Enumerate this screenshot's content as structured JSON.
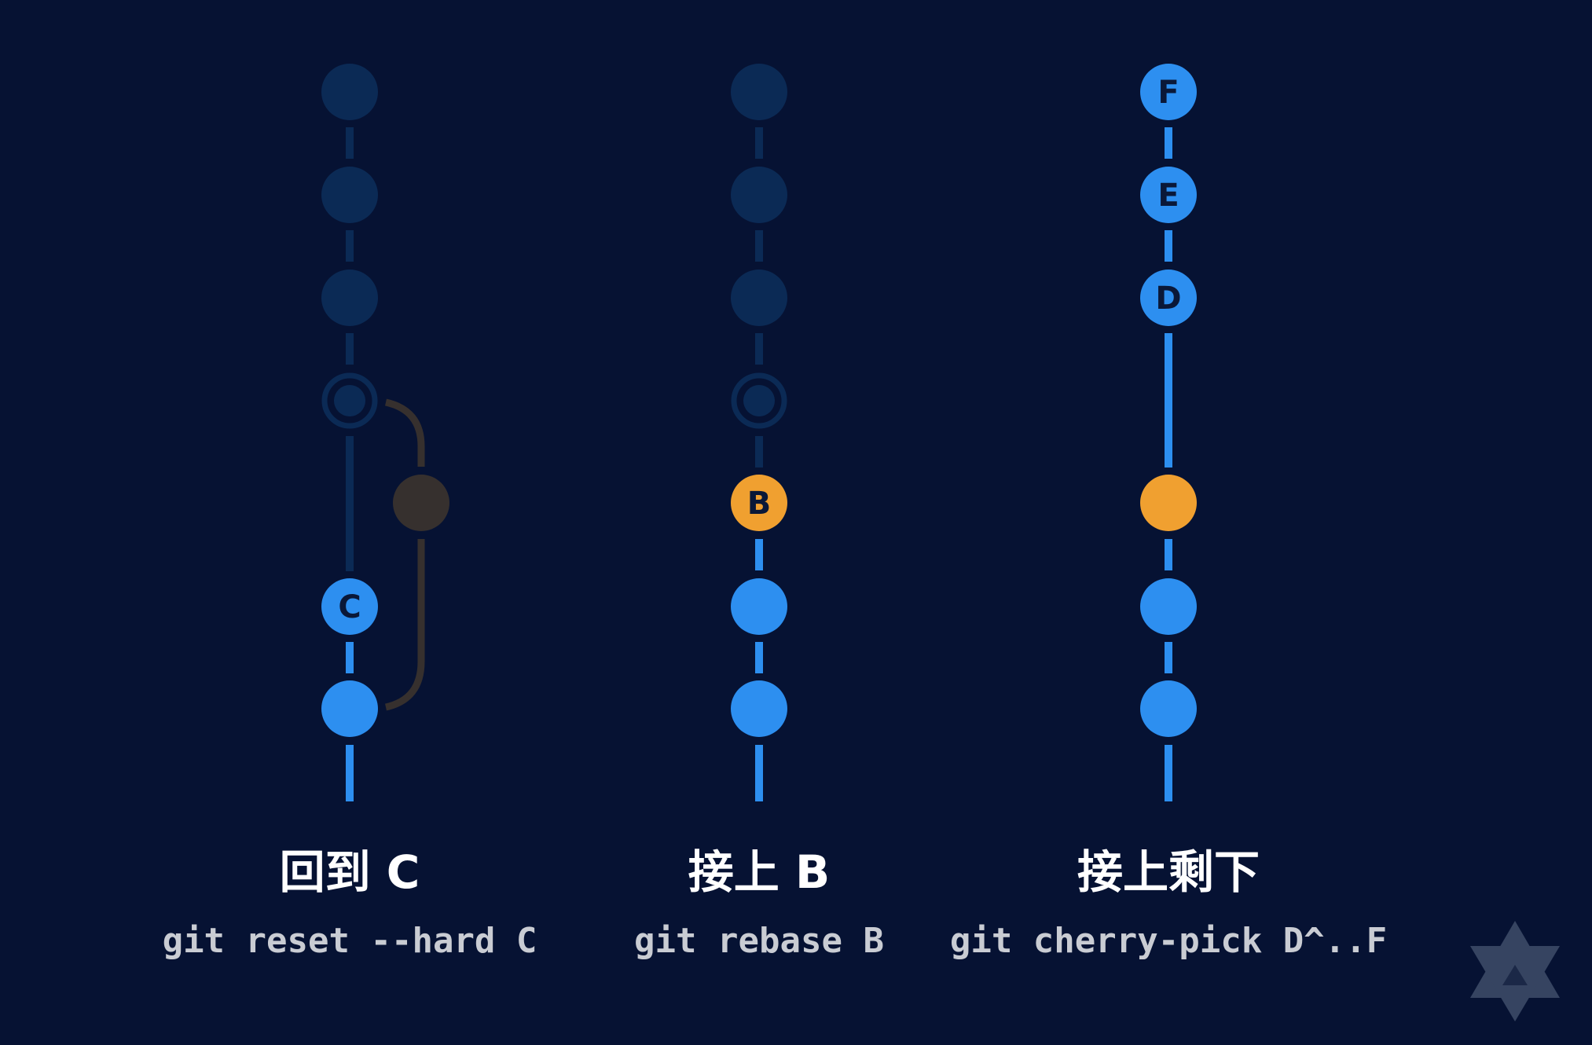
{
  "colors": {
    "background": "#061233",
    "dim_commit": "#0b2a55",
    "active_commit": "#2d8ff0",
    "target_commit": "#f0a030",
    "detached_commit": "#36302e",
    "label_on_node": "#0a1838",
    "caption": "#ffffff",
    "command": "#c9ccd3",
    "logo": "#3c4a66"
  },
  "panels": [
    {
      "caption": "回到 C",
      "command": "git reset --hard C",
      "commits": [
        {
          "label": "",
          "state": "dim"
        },
        {
          "label": "",
          "state": "dim"
        },
        {
          "label": "",
          "state": "dim"
        },
        {
          "label": "",
          "state": "dim-ring"
        },
        {
          "label": "",
          "state": "detached"
        },
        {
          "label": "C",
          "state": "active"
        },
        {
          "label": "",
          "state": "active"
        }
      ]
    },
    {
      "caption": "接上 B",
      "command": "git rebase B",
      "commits": [
        {
          "label": "",
          "state": "dim"
        },
        {
          "label": "",
          "state": "dim"
        },
        {
          "label": "",
          "state": "dim"
        },
        {
          "label": "",
          "state": "dim-ring"
        },
        {
          "label": "B",
          "state": "target"
        },
        {
          "label": "",
          "state": "active"
        },
        {
          "label": "",
          "state": "active"
        }
      ]
    },
    {
      "caption": "接上剩下",
      "command": "git cherry-pick D^..F",
      "commits": [
        {
          "label": "F",
          "state": "active"
        },
        {
          "label": "E",
          "state": "active"
        },
        {
          "label": "D",
          "state": "active"
        },
        {
          "label": "",
          "state": "target"
        },
        {
          "label": "",
          "state": "active"
        },
        {
          "label": "",
          "state": "active"
        }
      ]
    }
  ],
  "logo": {
    "icon": "star-hexagram-logo-icon"
  }
}
